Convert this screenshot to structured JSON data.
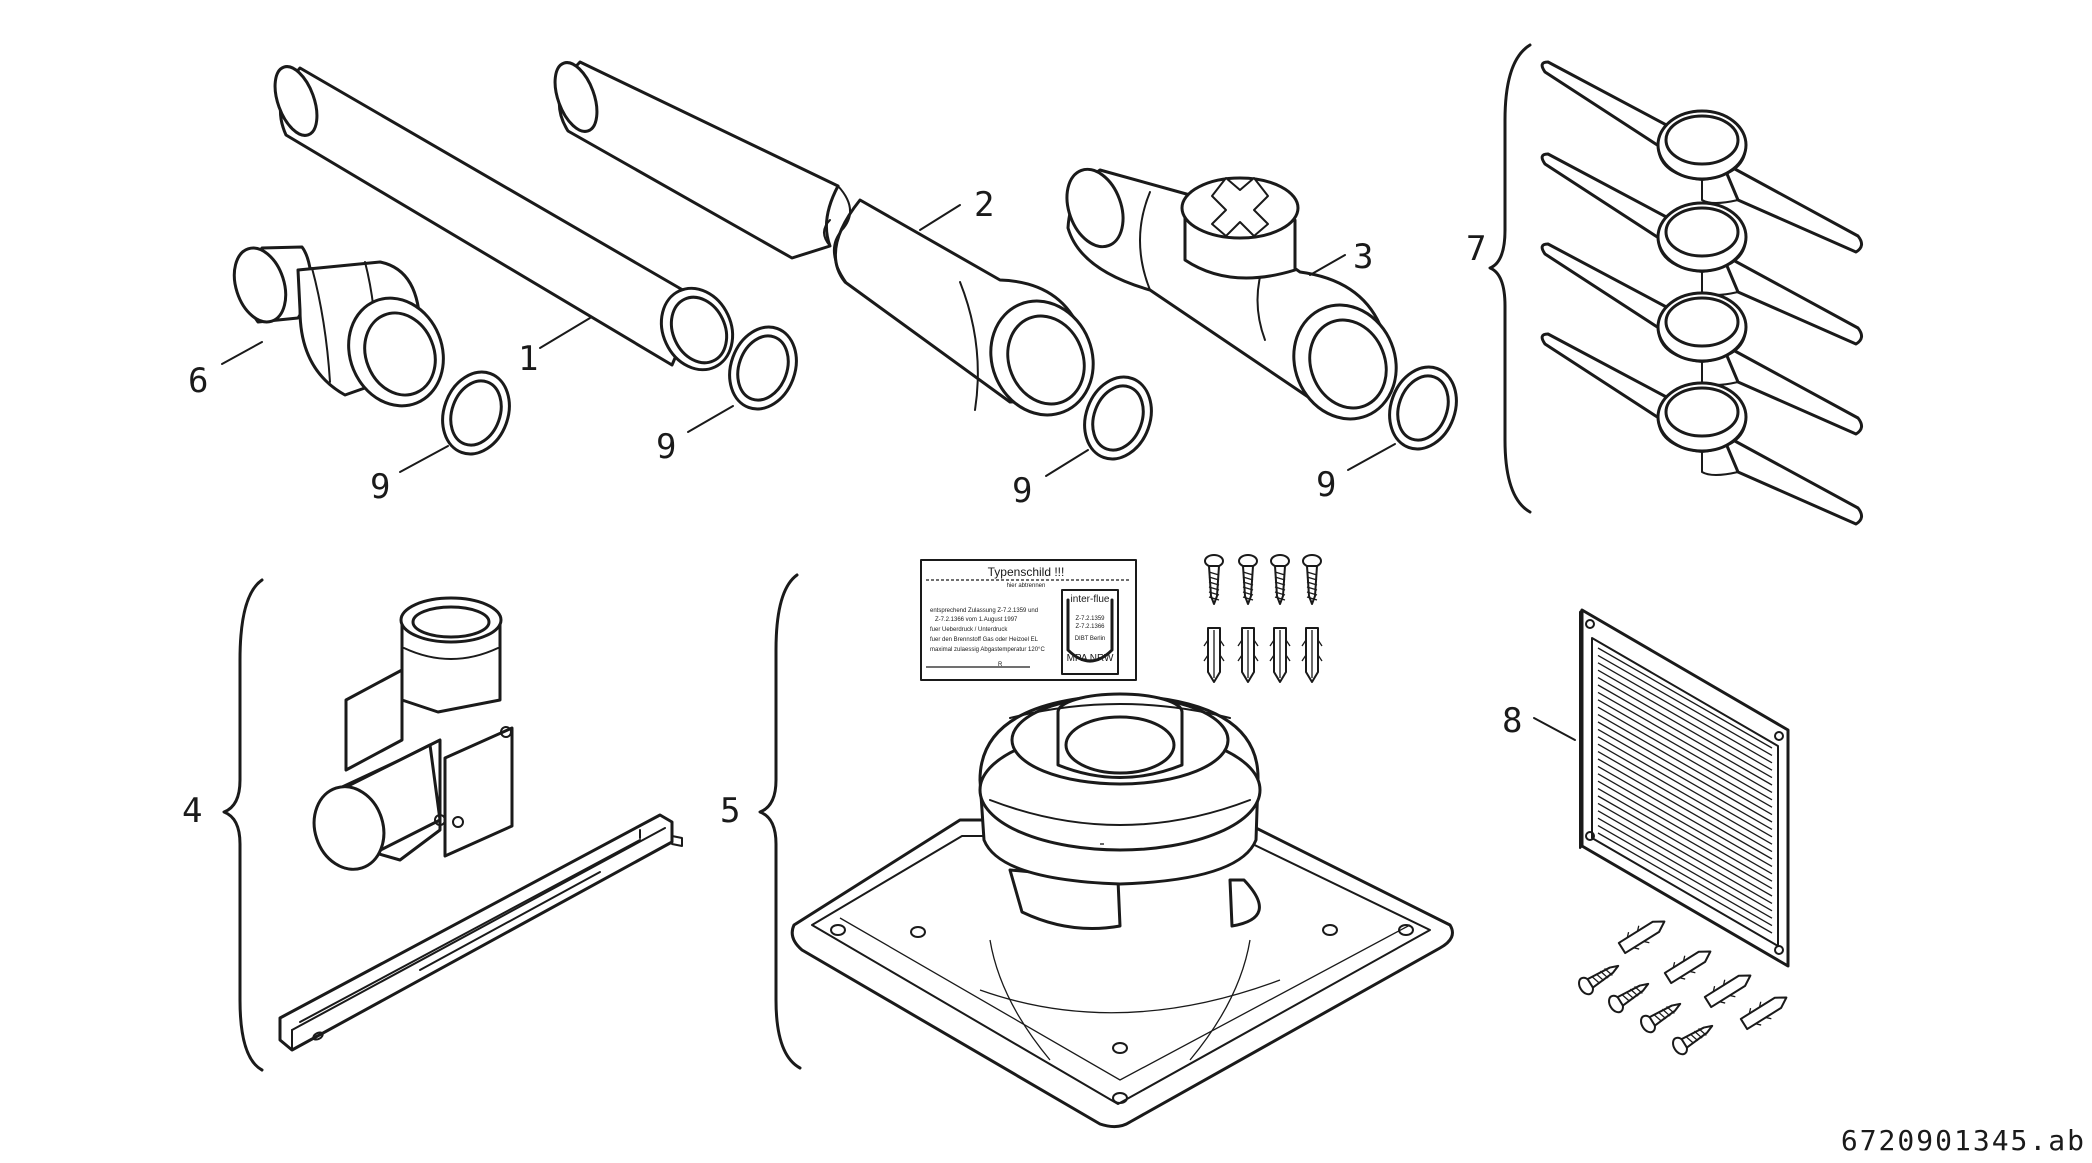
{
  "callouts": {
    "c1": "1",
    "c2": "2",
    "c3": "3",
    "c4": "4",
    "c5": "5",
    "c6": "6",
    "c7": "7",
    "c8": "8",
    "c9a": "9",
    "c9b": "9",
    "c9c": "9",
    "c9d": "9"
  },
  "type_plate": {
    "title": "Typenschild !!!",
    "subtitle": "hier abtrennen",
    "lines": [
      "entsprechend Zulassung Z-7.2.1359 und",
      "Z-7.2.1366 vom 1.August 1997",
      "fuer Ueberdruck / Unterdruck",
      "fuer den Brennstoff Gas oder Heizoel EL",
      "maximal zulaessig Abgastemperatur 120°C"
    ],
    "brand": "inter-flue",
    "approval_1": "Z-7.2.1359",
    "approval_2": "Z-7.2.1366",
    "approval_3": "DIBT Berlin",
    "approval_mark": "MPA NRW",
    "footer_mark": "R"
  },
  "figure_ref": "6720901345.ab"
}
